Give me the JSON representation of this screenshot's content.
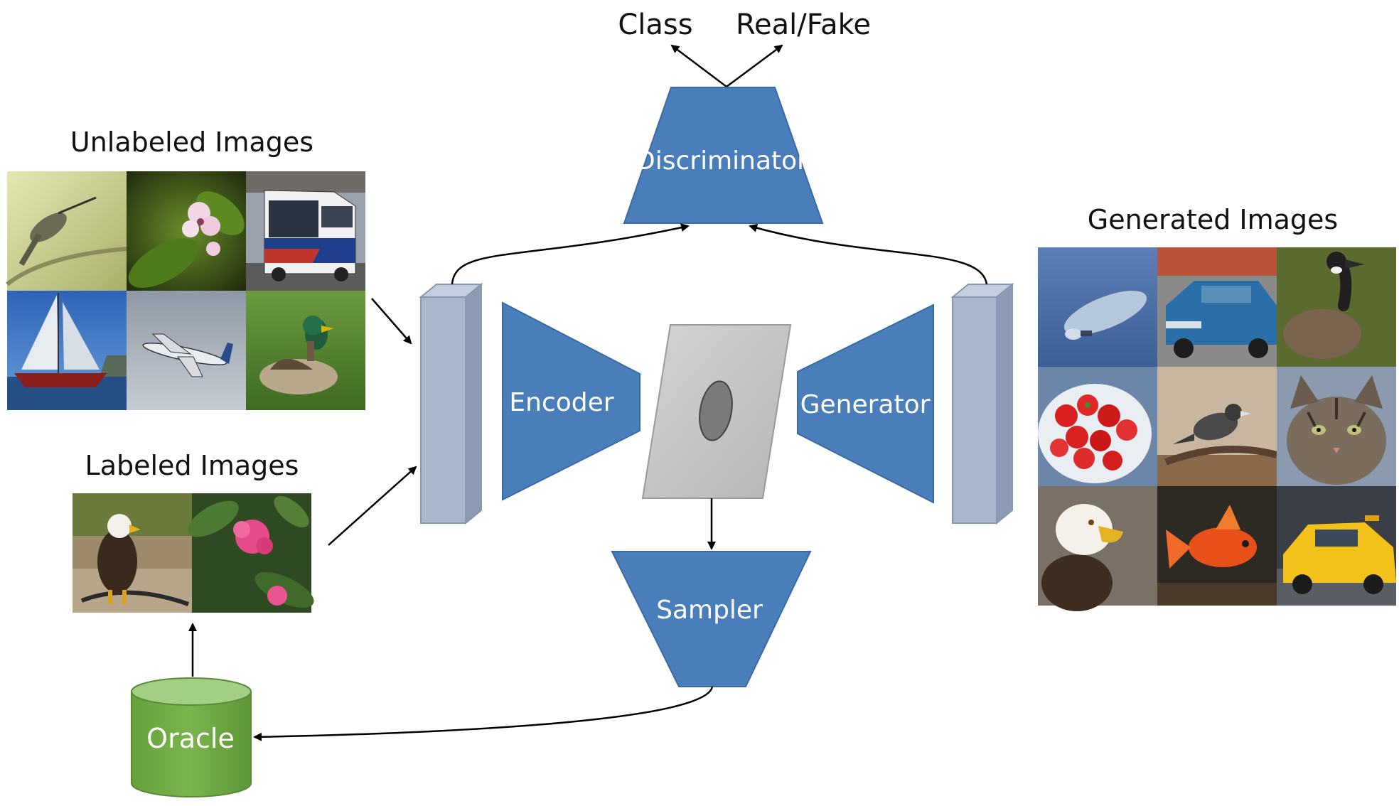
{
  "outputs": {
    "class_label": "Class",
    "realfake_label": "Real/Fake"
  },
  "blocks": {
    "discriminator": "Discriminator",
    "encoder": "Encoder",
    "generator": "Generator",
    "sampler": "Sampler",
    "oracle": "Oracle"
  },
  "groups": {
    "unlabeled": "Unlabeled Images",
    "labeled": "Labeled Images",
    "generated": "Generated Images"
  },
  "colors": {
    "block": "#4a7ebb",
    "oracle": "#70ad47",
    "latent": "#c8c8c8"
  },
  "thumbnails": {
    "unlabeled": [
      "hummingbird",
      "flower",
      "bus",
      "sailboat",
      "airplane",
      "duck"
    ],
    "labeled": [
      "eagle",
      "hibiscus"
    ],
    "generated": [
      "airship",
      "car",
      "goose",
      "strawberries",
      "bird",
      "cat",
      "eagle",
      "goldfish",
      "taxi"
    ]
  }
}
